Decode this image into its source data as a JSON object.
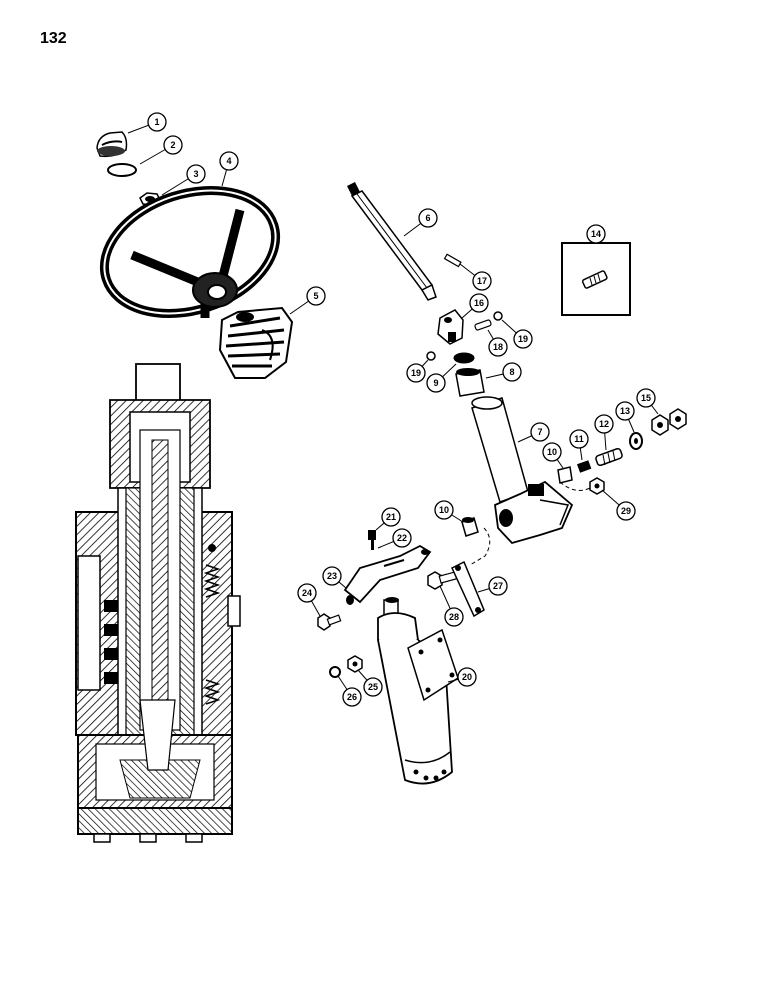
{
  "page": {
    "number": "132"
  },
  "callouts": [
    {
      "key": "c1",
      "label": "1"
    },
    {
      "key": "c2",
      "label": "2"
    },
    {
      "key": "c3",
      "label": "3"
    },
    {
      "key": "c4",
      "label": "4"
    },
    {
      "key": "c5",
      "label": "5"
    },
    {
      "key": "c6",
      "label": "6"
    },
    {
      "key": "c7",
      "label": "7"
    },
    {
      "key": "c8",
      "label": "8"
    },
    {
      "key": "c9",
      "label": "9"
    },
    {
      "key": "c10a",
      "label": "10"
    },
    {
      "key": "c10b",
      "label": "10"
    },
    {
      "key": "c11",
      "label": "11"
    },
    {
      "key": "c12",
      "label": "12"
    },
    {
      "key": "c13",
      "label": "13"
    },
    {
      "key": "c14",
      "label": "14"
    },
    {
      "key": "c15",
      "label": "15"
    },
    {
      "key": "c16",
      "label": "16"
    },
    {
      "key": "c17",
      "label": "17"
    },
    {
      "key": "c18",
      "label": "18"
    },
    {
      "key": "c19a",
      "label": "19"
    },
    {
      "key": "c19b",
      "label": "19"
    },
    {
      "key": "c20",
      "label": "20"
    },
    {
      "key": "c21",
      "label": "21"
    },
    {
      "key": "c22",
      "label": "22"
    },
    {
      "key": "c23",
      "label": "23"
    },
    {
      "key": "c24",
      "label": "24"
    },
    {
      "key": "c25",
      "label": "25"
    },
    {
      "key": "c26",
      "label": "26"
    },
    {
      "key": "c27",
      "label": "27"
    },
    {
      "key": "c28",
      "label": "28"
    },
    {
      "key": "c29",
      "label": "29"
    }
  ]
}
